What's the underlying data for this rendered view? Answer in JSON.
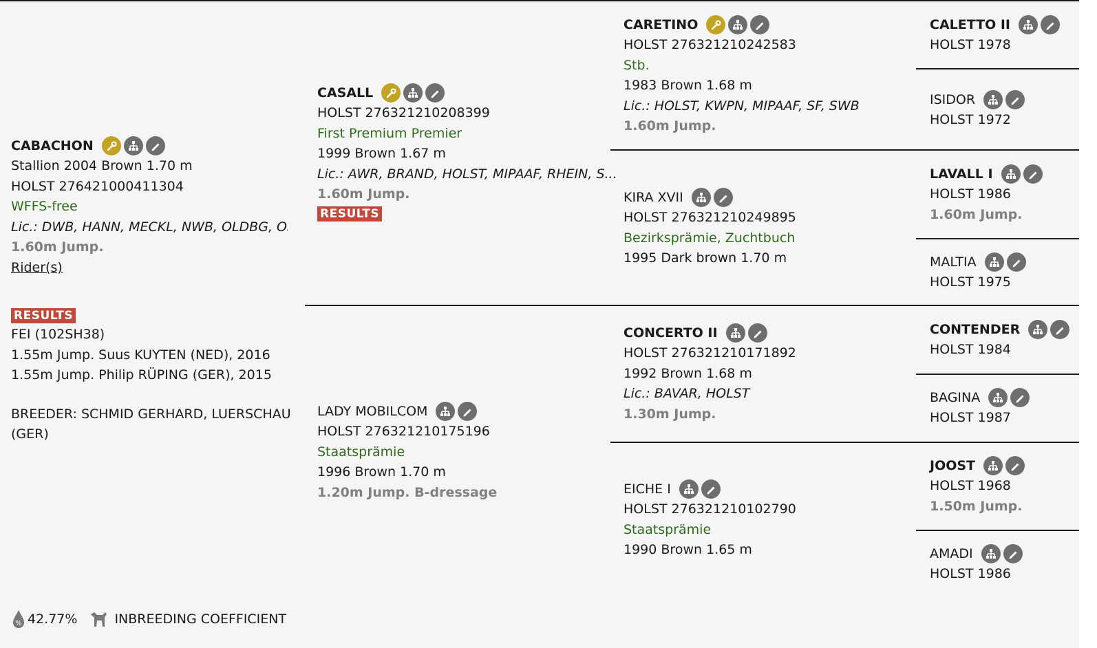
{
  "subject": {
    "name": "CABACHON",
    "details": "Stallion 2004 Brown 1.70 m",
    "registration": "HOLST 276421000411304",
    "note": "WFFS-free",
    "licenses": "Lic.: DWB, HANN, MECKL, NWB, OLDBG, OS, SWB",
    "performance": "1.60m Jump.",
    "riders_link": "Rider(s)",
    "results_badge": "RESULTS",
    "fei_id": "FEI (102SH38)",
    "result_lines": [
      "1.55m Jump. Suus KUYTEN (NED), 2016",
      "1.55m Jump. Philip RÜPING (GER), 2015"
    ],
    "breeder": "BREEDER: SCHMID GERHARD, LUERSCHAU (GER)"
  },
  "sire": {
    "name": "CASALL",
    "registration": "HOLST 276321210208399",
    "note": "First Premium Premier",
    "details": "1999 Brown 1.67 m",
    "licenses": "Lic.: AWR, BRAND, HOLST, MIPAAF, RHEIN, S...",
    "performance": "1.60m Jump.",
    "results_badge": "RESULTS"
  },
  "dam": {
    "name": "LADY MOBILCOM",
    "registration": "HOLST 276321210175196",
    "note": "Staatsprämie",
    "details": "1996 Brown 1.70 m",
    "performance": "1.20m Jump. B-dressage"
  },
  "sire_sire": {
    "name": "CARETINO",
    "registration": "HOLST 276321210242583",
    "note": "Stb.",
    "details": "1983 Brown 1.68 m",
    "licenses": "Lic.: HOLST, KWPN, MIPAAF, SF, SWB",
    "performance": "1.60m Jump."
  },
  "sire_dam": {
    "name": "KIRA XVII",
    "registration": "HOLST 276321210249895",
    "note": "Bezirksprämie, Zuchtbuch",
    "details": "1995 Dark brown 1.70 m"
  },
  "dam_sire": {
    "name": "CONCERTO II",
    "registration": "HOLST 276321210171892",
    "details": "1992 Brown 1.68 m",
    "licenses": "Lic.: BAVAR, HOLST",
    "performance": "1.30m Jump."
  },
  "dam_dam": {
    "name": "EICHE I",
    "registration": "HOLST 276321210102790",
    "note": "Staatsprämie",
    "details": "1990 Brown 1.65 m"
  },
  "gen4": [
    {
      "name": "CALETTO II",
      "registration": "HOLST 1978",
      "performance": ""
    },
    {
      "name": "ISIDOR",
      "registration": "HOLST 1972",
      "performance": ""
    },
    {
      "name": "LAVALL I",
      "registration": "HOLST 1986",
      "performance": "1.60m Jump."
    },
    {
      "name": "MALTIA",
      "registration": "HOLST 1975",
      "performance": ""
    },
    {
      "name": "CONTENDER",
      "registration": "HOLST 1984",
      "performance": ""
    },
    {
      "name": "BAGINA",
      "registration": "HOLST 1987",
      "performance": ""
    },
    {
      "name": "JOOST",
      "registration": "HOLST 1968",
      "performance": "1.50m Jump."
    },
    {
      "name": "AMADI",
      "registration": "HOLST 1986",
      "performance": ""
    }
  ],
  "footer": {
    "percentage": "42.77%",
    "label": "INBREEDING COEFFICIENT"
  },
  "icons": {
    "gold": "sire-key-icon",
    "pedigree": "pedigree-tree-icon",
    "edit": "edit-pencil-icon"
  },
  "colors": {
    "background": "#f5f5f5",
    "text": "#1b1b1b",
    "note_green": "#2f6b1c",
    "muted_gray": "#808080",
    "results_red": "#c24a3c",
    "gold_icon": "#c3a322",
    "dark_icon": "#6e6e6e"
  }
}
